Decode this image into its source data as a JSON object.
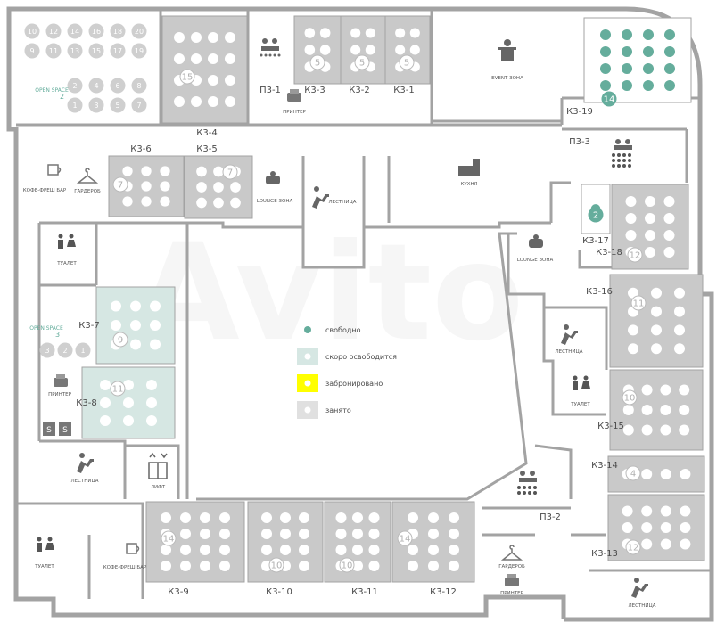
{
  "colors": {
    "wall": "#a3a3a3",
    "room_occupied": "#c9c9c9",
    "room_soon_free": "#d6e7e3",
    "free": "#65ad9c",
    "booked": "#ffff00",
    "seat_occupied": "#ffffff",
    "label": "#4a4a4a",
    "floor": "#ffffff"
  },
  "legend": [
    {
      "status": "free",
      "label": "свободно"
    },
    {
      "status": "soon",
      "label": "скоро освободится"
    },
    {
      "status": "booked",
      "label": "забронировано"
    },
    {
      "status": "occupied",
      "label": "занято"
    }
  ],
  "watermark": "Avito",
  "open_space_2": {
    "label": "OPEN SPACE",
    "number": "2",
    "desks": [
      "10",
      "12",
      "14",
      "16",
      "18",
      "20",
      "9",
      "11",
      "13",
      "15",
      "17",
      "19",
      "2",
      "4",
      "6",
      "8",
      "1",
      "3",
      "5",
      "7"
    ]
  },
  "open_space_3": {
    "label": "OPEN SPACE",
    "number": "3",
    "desks": [
      "3",
      "2",
      "1"
    ]
  },
  "rooms": [
    {
      "id": "К3-1",
      "capacity": "5",
      "status": "occupied"
    },
    {
      "id": "К3-2",
      "capacity": "5",
      "status": "occupied"
    },
    {
      "id": "К3-3",
      "capacity": "5",
      "status": "occupied"
    },
    {
      "id": "К3-4",
      "capacity": "15",
      "status": "occupied"
    },
    {
      "id": "К3-5",
      "capacity": "7",
      "status": "occupied"
    },
    {
      "id": "К3-6",
      "capacity": "7",
      "status": "occupied"
    },
    {
      "id": "К3-7",
      "capacity": "9",
      "status": "soon"
    },
    {
      "id": "К3-8",
      "capacity": "11",
      "status": "soon"
    },
    {
      "id": "К3-9",
      "capacity": "14",
      "status": "occupied"
    },
    {
      "id": "К3-10",
      "capacity": "10",
      "status": "occupied"
    },
    {
      "id": "К3-11",
      "capacity": "10",
      "status": "occupied"
    },
    {
      "id": "К3-12",
      "capacity": "14",
      "status": "occupied"
    },
    {
      "id": "К3-13",
      "capacity": "12",
      "status": "occupied"
    },
    {
      "id": "К3-14",
      "capacity": "4",
      "status": "occupied"
    },
    {
      "id": "К3-15",
      "capacity": "10",
      "status": "occupied"
    },
    {
      "id": "К3-16",
      "capacity": "11",
      "status": "occupied"
    },
    {
      "id": "К3-17",
      "capacity": "2",
      "status": "free"
    },
    {
      "id": "К3-18",
      "capacity": "12",
      "status": "occupied"
    },
    {
      "id": "К3-19",
      "capacity": "14",
      "status": "free"
    }
  ],
  "meeting_points": [
    "П3-1",
    "П3-2",
    "П3-3"
  ],
  "areas": {
    "printer": "ПРИНТЕР",
    "event": "EVENT ЗОНА",
    "wardrobe": "ГАРДЕРОБ",
    "coffee": "КОФЕ-ФРЕШ БАР",
    "lounge": "LOUNGE ЗОНА",
    "stairs": "ЛЕСТНИЦА",
    "kitchen": "КУХНЯ",
    "toilet": "ТУАЛЕТ",
    "lift": "ЛИФТ"
  }
}
